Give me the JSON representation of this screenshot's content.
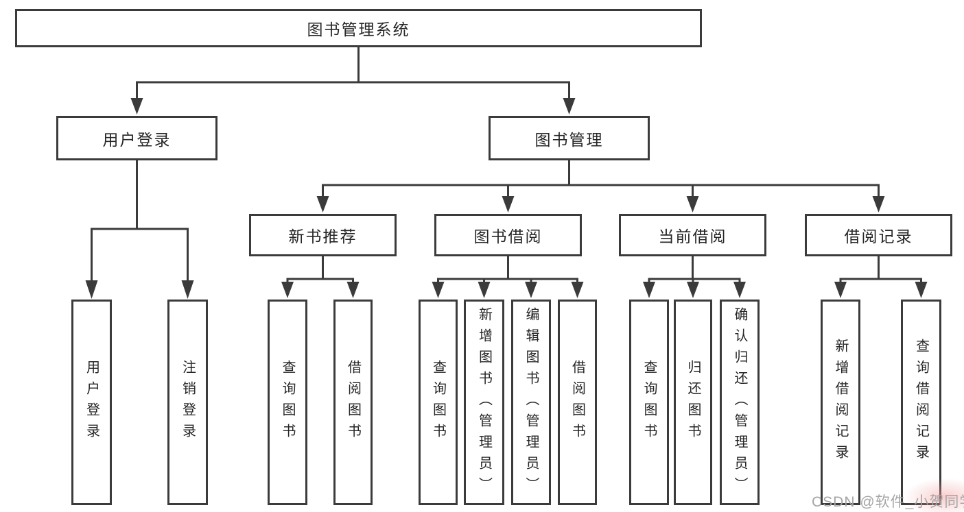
{
  "nodes": {
    "root": "图书管理系统",
    "level2": [
      "用户登录",
      "图书管理"
    ],
    "level3": [
      "新书推荐",
      "图书借阅",
      "当前借阅",
      "借阅记录"
    ],
    "leaves": {
      "login": [
        "用户登录",
        "注销登录"
      ],
      "recommend": [
        "查询图书",
        "借阅图书"
      ],
      "borrow": [
        "查询图书",
        "新增图书（管理员）",
        "编辑图书（管理员）",
        "借阅图书"
      ],
      "current": [
        "查询图书",
        "归还图书",
        "确认归还（管理员）"
      ],
      "records": [
        "新增借阅记录",
        "查询借阅记录"
      ]
    }
  },
  "watermark": "CSDN @软件_小贺同学",
  "colors": {
    "line": "#3b3b3b",
    "box_border": "#3b3b3b",
    "text": "#262626",
    "watermark": "#a5a5a5",
    "background": "#ffffff"
  }
}
